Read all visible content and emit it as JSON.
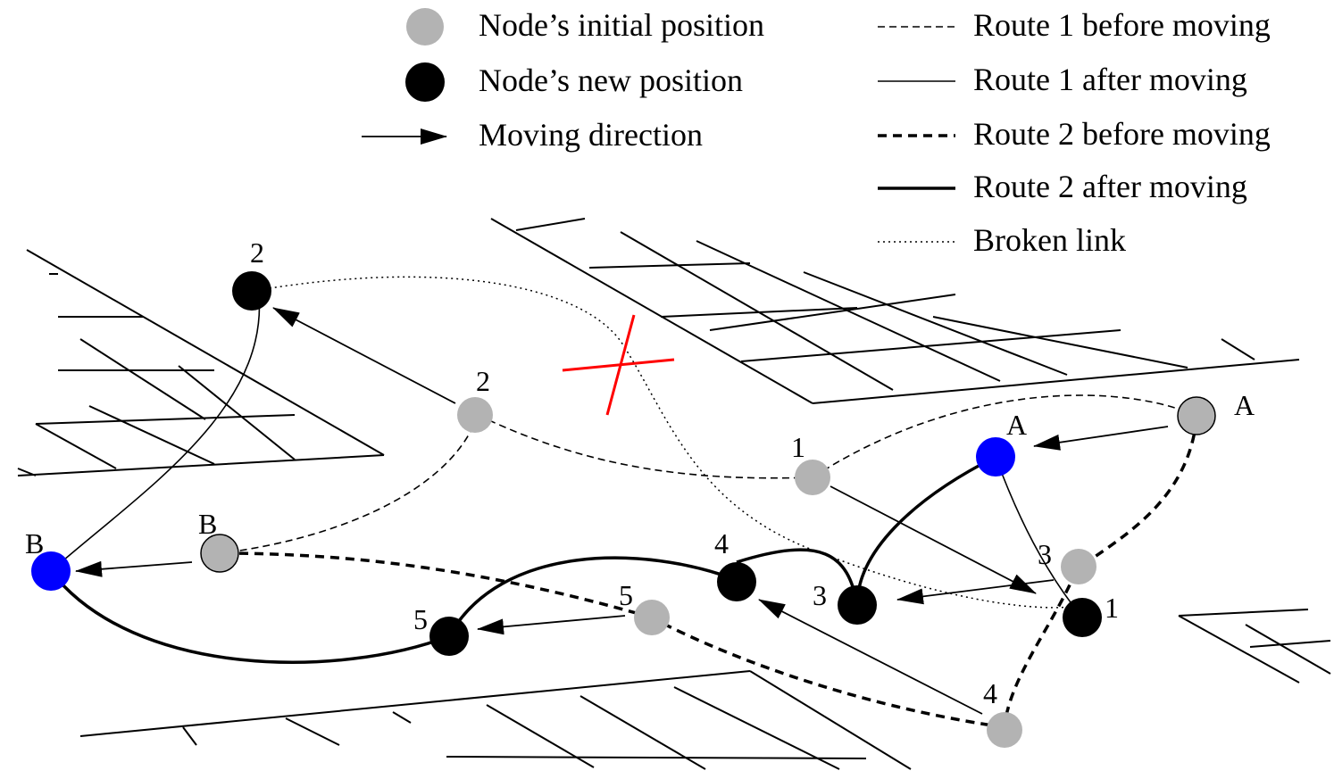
{
  "legend": {
    "initial_position": "Node’s initial position",
    "new_position": "Node’s new position",
    "moving_direction": "Moving direction",
    "route1_before": "Route 1 before moving",
    "route1_after": "Route 1 after moving",
    "route2_before": "Route 2 before moving",
    "route2_after": "Route 2 after moving",
    "broken_link": "Broken link"
  },
  "colors": {
    "initial_node": "#b3b3b3",
    "new_node": "#000000",
    "endpoint_node": "#0000ff",
    "broken_marker": "#ff0000",
    "road": "#000000"
  },
  "nodes": {
    "initial": {
      "n1": "1",
      "n2": "2",
      "n3": "3",
      "n4": "4",
      "n5": "5",
      "a": "A",
      "b": "B"
    },
    "new": {
      "n1": "1",
      "n2": "2",
      "n3": "3",
      "n4": "4",
      "n5": "5",
      "a": "A",
      "b": "B"
    }
  }
}
